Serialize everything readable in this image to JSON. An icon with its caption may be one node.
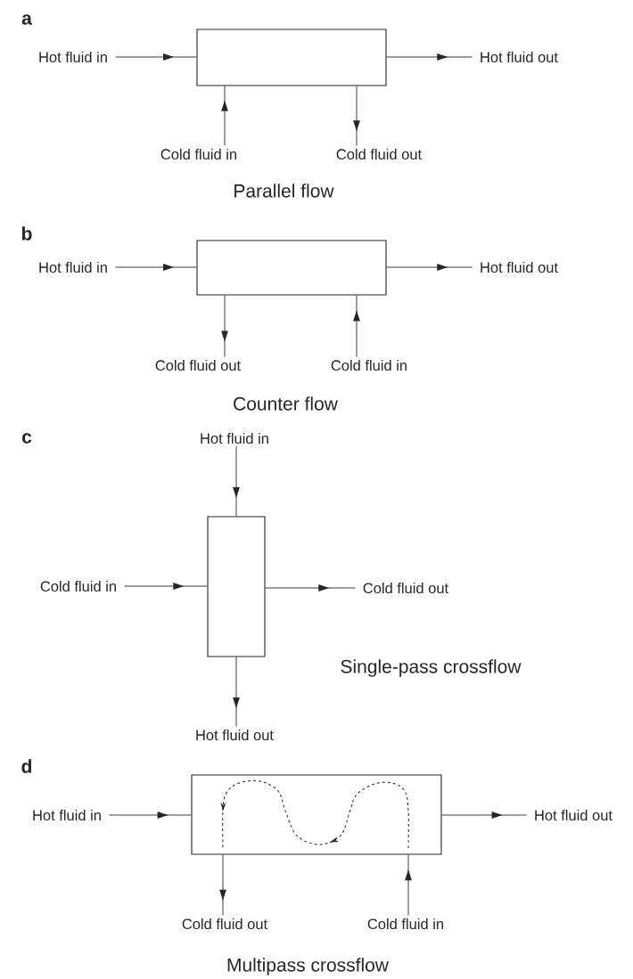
{
  "diagram": {
    "nodes": [
      {
        "text": [],
        "shape": "box"
      },
      {
        "text": [
          "Hot fluid in"
        ]
      },
      {
        "text": [
          "Hot fluid out"
        ]
      },
      {
        "text": [
          "Cold fluid in"
        ]
      },
      {
        "text": [
          "Cold fluid out"
        ]
      },
      {
        "text": [],
        "shape": "box"
      },
      {
        "text": [
          "Hot fluid in"
        ]
      },
      {
        "text": [
          "Hot fluid out"
        ]
      },
      {
        "text": [
          "Cold fluid out"
        ]
      },
      {
        "text": [
          "Cold fluid in"
        ]
      },
      {
        "text": [
          "Hot fluid in"
        ]
      },
      {
        "text": [],
        "shape": "box"
      },
      {
        "text": [
          "Cold fluid in"
        ]
      },
      {
        "text": [
          "Cold fluid out"
        ]
      },
      {
        "text": [
          "Hot fluid out"
        ]
      },
      {
        "text": [],
        "shape": "box"
      },
      {
        "text": [
          "Hot fluid in"
        ]
      },
      {
        "text": [
          "Hot fluid out"
        ]
      },
      {
        "text": [
          "Cold fluid out"
        ]
      },
      {
        "text": [
          "Cold fluid in"
        ]
      }
    ],
    "edges": [
      {
        "from": 1,
        "to": 0,
        "arrow": "to"
      },
      {
        "from": 0,
        "to": 2,
        "arrow": "to"
      },
      {
        "from": 3,
        "to": 0,
        "arrow": "to"
      },
      {
        "from": 0,
        "to": 4,
        "arrow": "to"
      },
      {
        "from": 6,
        "to": 5,
        "arrow": "to"
      },
      {
        "from": 5,
        "to": 7,
        "arrow": "to"
      },
      {
        "from": 5,
        "to": 8,
        "arrow": "to"
      },
      {
        "from": 9,
        "to": 5,
        "arrow": "to"
      },
      {
        "from": 10,
        "to": 11,
        "arrow": "to"
      },
      {
        "from": 12,
        "to": 11,
        "arrow": "to"
      },
      {
        "from": 11,
        "to": 13,
        "arrow": "to"
      },
      {
        "from": 11,
        "to": 14,
        "arrow": "to"
      },
      {
        "from": 16,
        "to": 15,
        "arrow": "to"
      },
      {
        "from": 15,
        "to": 17,
        "arrow": "to"
      },
      {
        "from": 15,
        "to": 18,
        "arrow": "to"
      },
      {
        "from": 19,
        "to": 15,
        "arrow": "to"
      }
    ],
    "labels": [
      "a",
      "Parallel flow",
      "b",
      "Counter flow",
      "c",
      "Single-pass crossflow",
      "d",
      "Multipass crossflow"
    ]
  }
}
